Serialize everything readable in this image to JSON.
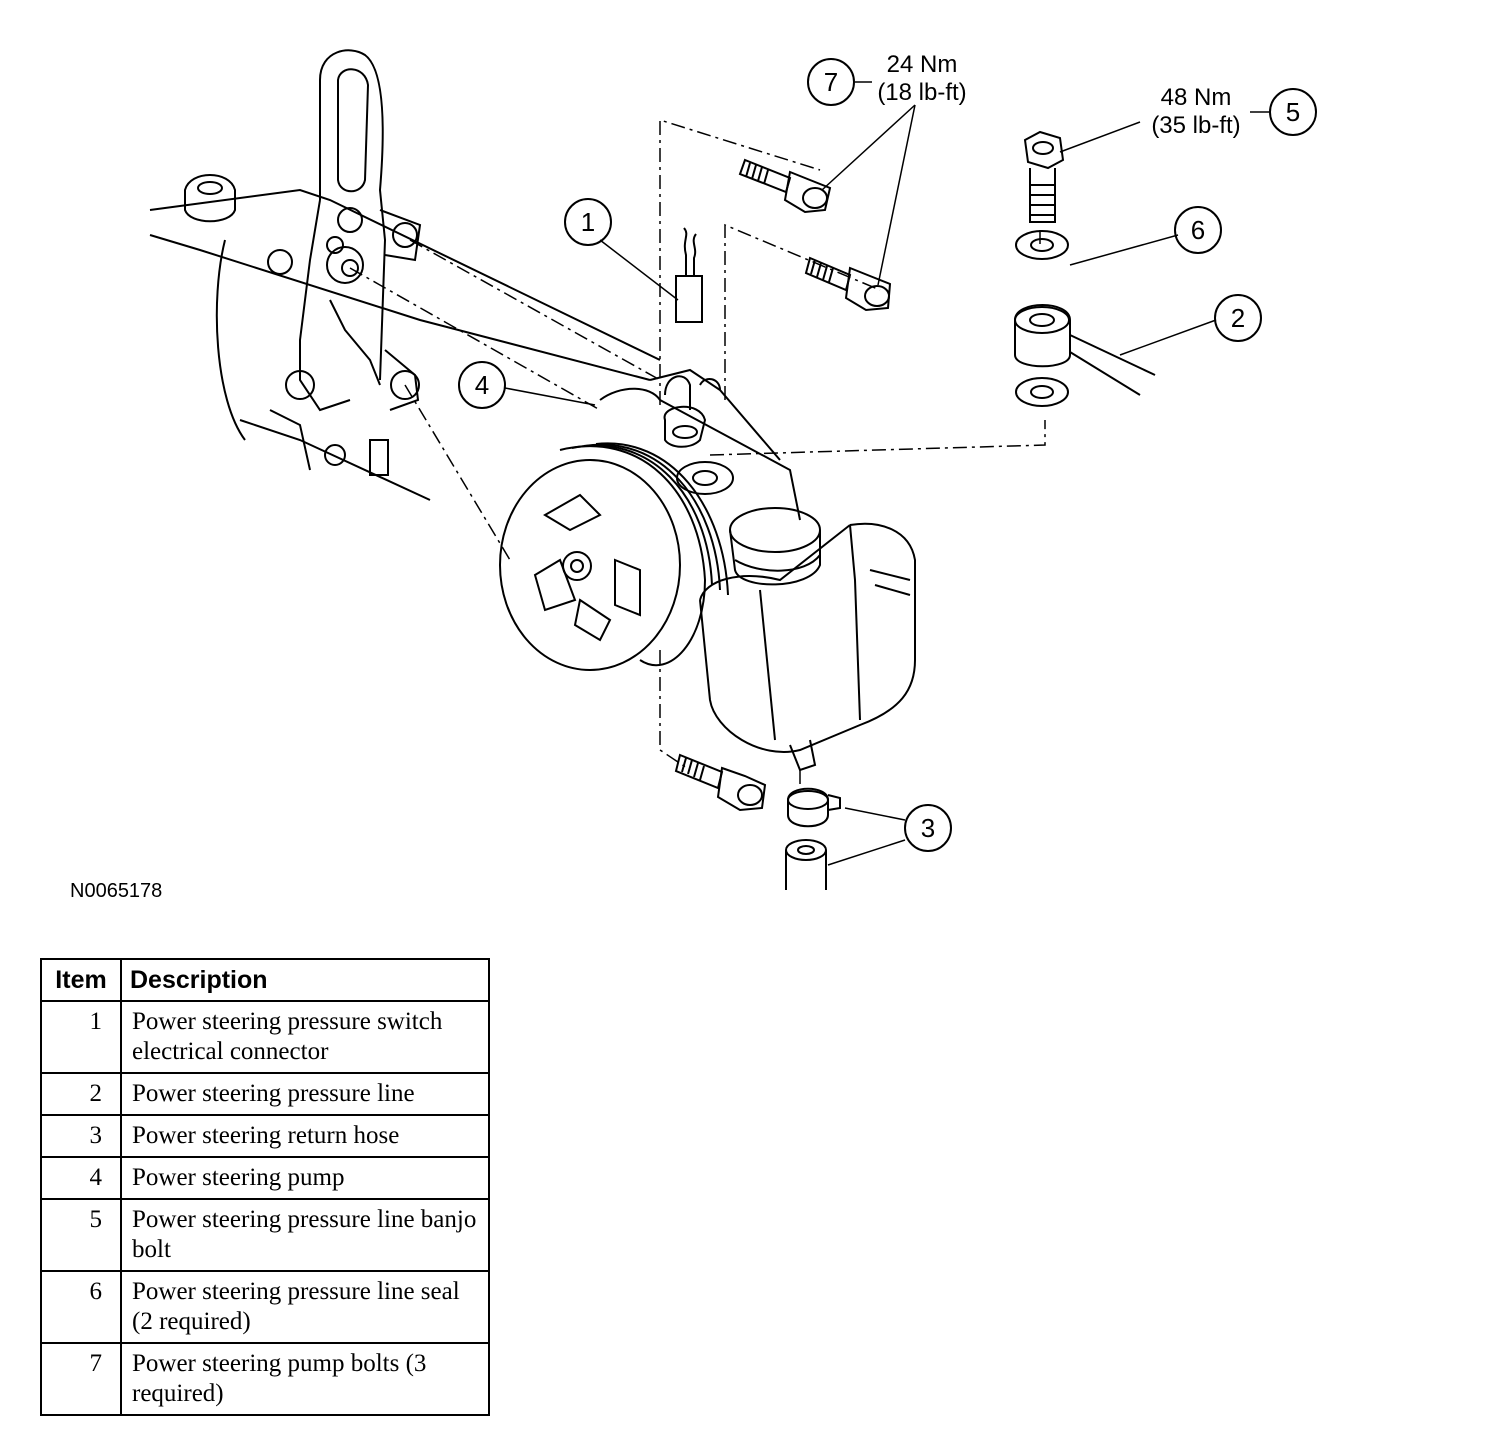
{
  "figure": {
    "id": "N0065178",
    "callouts": [
      "1",
      "2",
      "3",
      "4",
      "5",
      "6",
      "7"
    ],
    "torque": {
      "bolt_7": {
        "nm": "24 Nm",
        "lbft": "(18 lb-ft)"
      },
      "bolt_5": {
        "nm": "48 Nm",
        "lbft": "(35 lb-ft)"
      }
    }
  },
  "legend": {
    "headers": {
      "item": "Item",
      "description": "Description"
    },
    "rows": [
      {
        "item": "1",
        "description": "Power steering pressure switch electrical connector"
      },
      {
        "item": "2",
        "description": "Power steering pressure line"
      },
      {
        "item": "3",
        "description": "Power steering return hose"
      },
      {
        "item": "4",
        "description": "Power steering pump"
      },
      {
        "item": "5",
        "description": "Power steering pressure line banjo bolt"
      },
      {
        "item": "6",
        "description": "Power steering pressure line seal (2 required)"
      },
      {
        "item": "7",
        "description": "Power steering pump bolts (3 required)"
      }
    ]
  }
}
